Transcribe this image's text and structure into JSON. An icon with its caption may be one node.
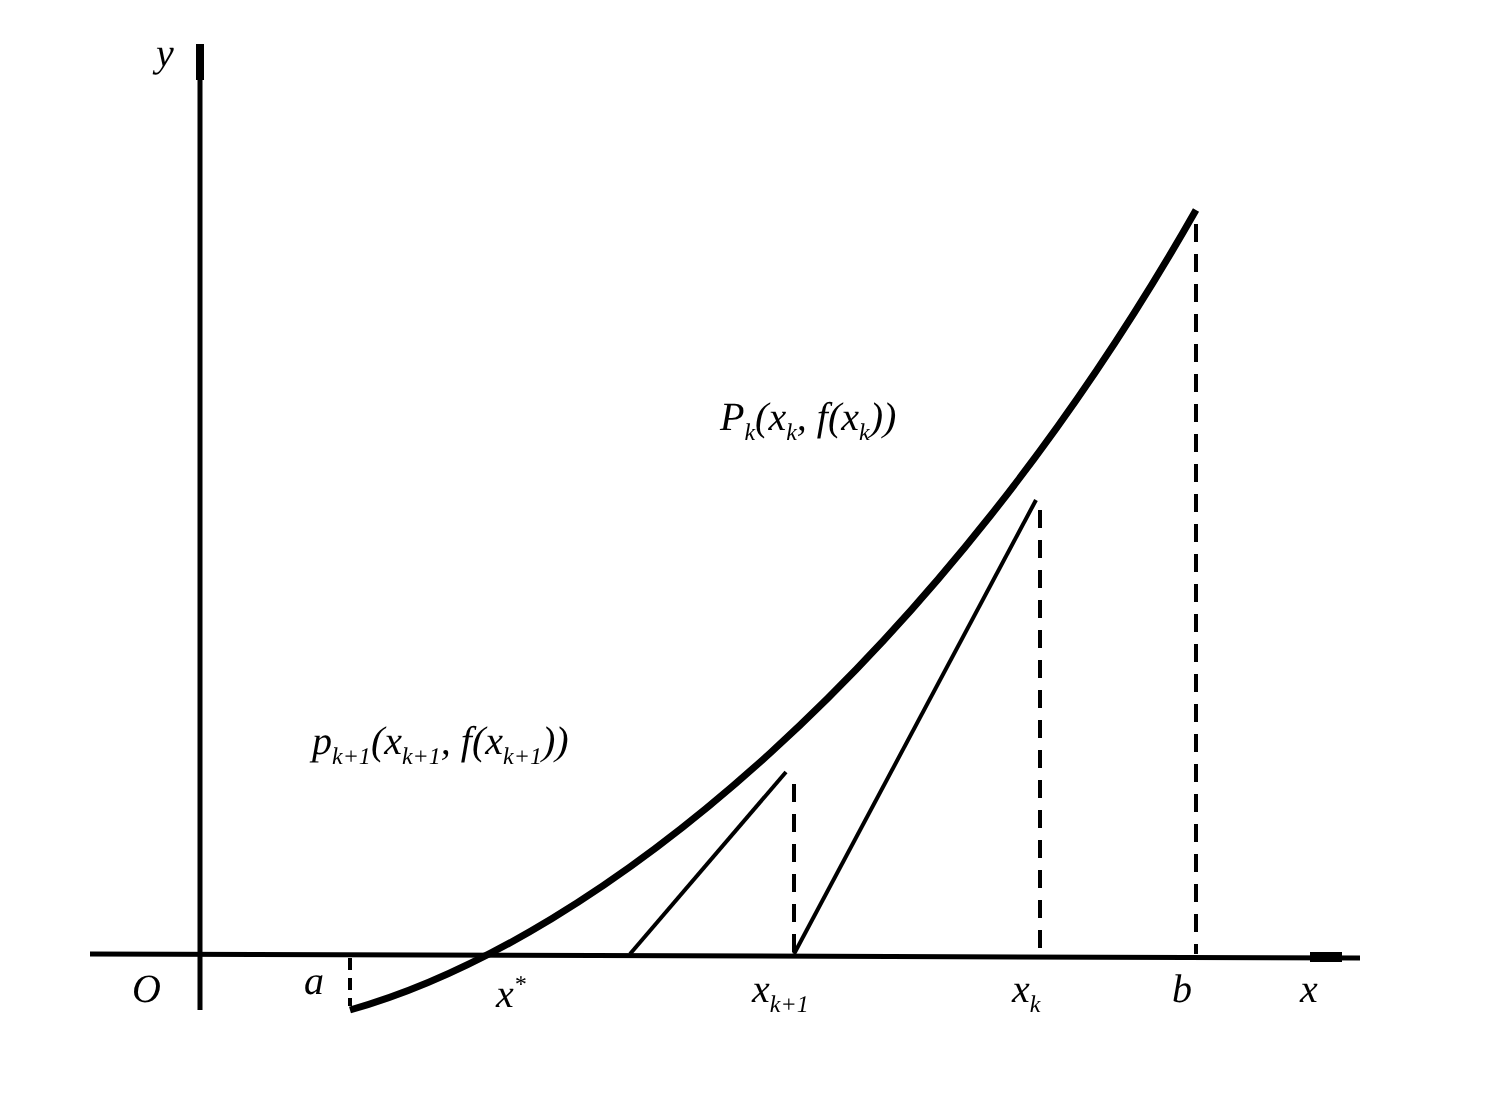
{
  "diagram": {
    "labels": [
      "y",
      "P$_{k}$(x$_{k}$, f(x$_{k}$))",
      "p$_{k+1}$(x$_{k+1}$, f(x$_{k+1}$))",
      "O",
      "a",
      "x$^{*}$",
      "x$_{k+1}$",
      "x$_{k}$",
      "b",
      "x"
    ]
  }
}
